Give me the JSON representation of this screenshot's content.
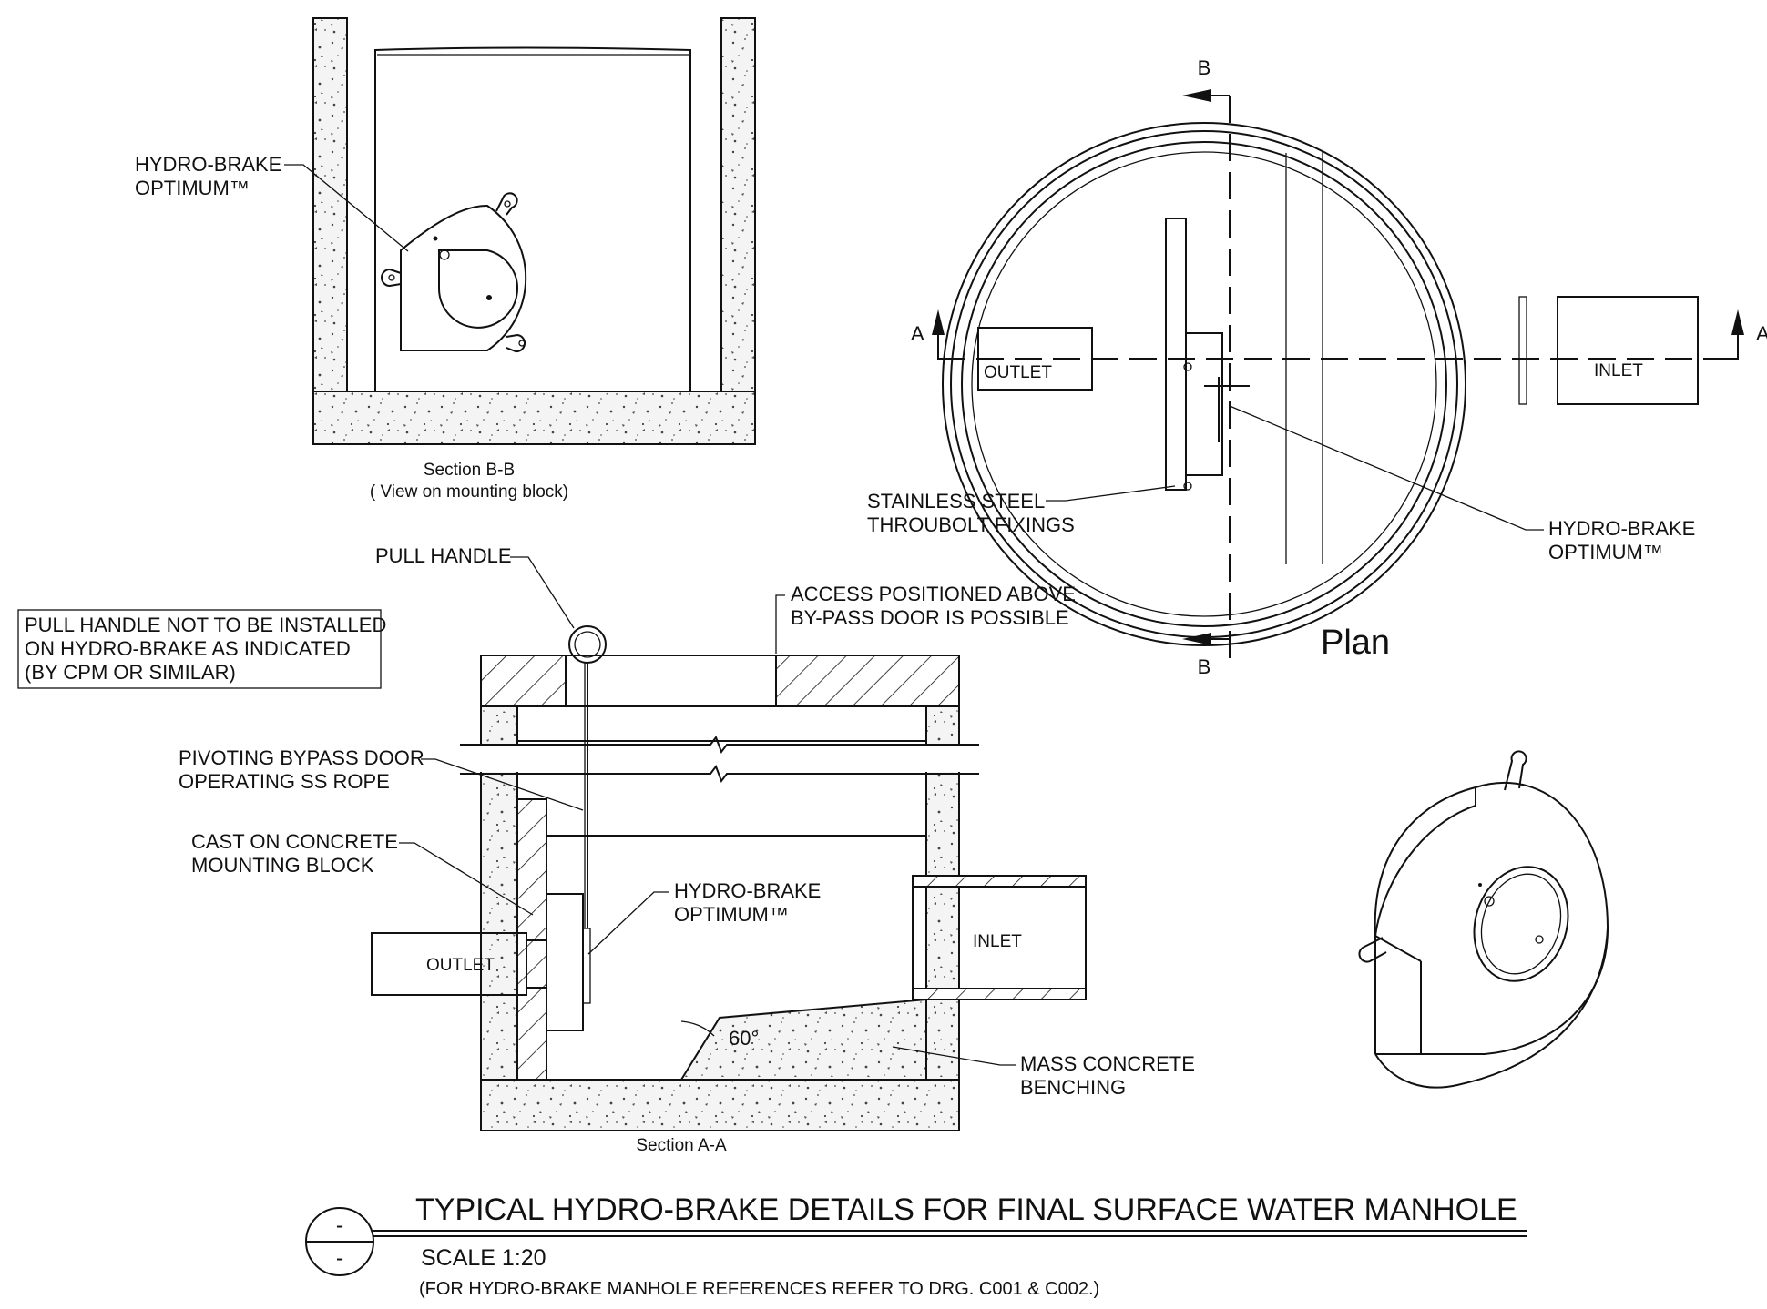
{
  "section_bb": {
    "title": "Section B-B",
    "subtitle": "( View on mounting block)",
    "hb_label_1": "HYDRO-BRAKE",
    "hb_label_2": "OPTIMUM™"
  },
  "plan": {
    "title": "Plan",
    "section_a_left": "A",
    "section_a_right": "A",
    "section_b_top": "B",
    "section_b_bottom": "B",
    "outlet": "OUTLET",
    "inlet": "INLET",
    "fixings_1": "STAINLESS STEEL",
    "fixings_2": "THROUBOLT FIXINGS",
    "hb_label_1": "HYDRO-BRAKE",
    "hb_label_2": "OPTIMUM™"
  },
  "section_aa": {
    "title": "Section A-A",
    "pull_handle": "PULL HANDLE",
    "access_1": "ACCESS POSITIONED ABOVE",
    "access_2": "BY-PASS DOOR IS POSSIBLE",
    "note_1": "PULL HANDLE NOT TO BE INSTALLED",
    "note_2": "ON HYDRO-BRAKE AS INDICATED",
    "note_3": "(BY CPM OR SIMILAR)",
    "bypass_1": "PIVOTING BYPASS DOOR",
    "bypass_2": "OPERATING SS ROPE",
    "block_1": "CAST ON CONCRETE",
    "block_2": "MOUNTING BLOCK",
    "hb_label_1": "HYDRO-BRAKE",
    "hb_label_2": "OPTIMUM™",
    "outlet": "OUTLET",
    "inlet": "INLET",
    "angle": "60°",
    "benching_1": "MASS CONCRETE",
    "benching_2": "BENCHING"
  },
  "title_block": {
    "marker_top": "-",
    "marker_bottom": "-",
    "title": "TYPICAL HYDRO-BRAKE DETAILS FOR FINAL SURFACE WATER MANHOLE",
    "scale": "SCALE  1:20",
    "reference": "(FOR HYDRO-BRAKE MANHOLE REFERENCES REFER TO DRG. C001 & C002.)"
  }
}
